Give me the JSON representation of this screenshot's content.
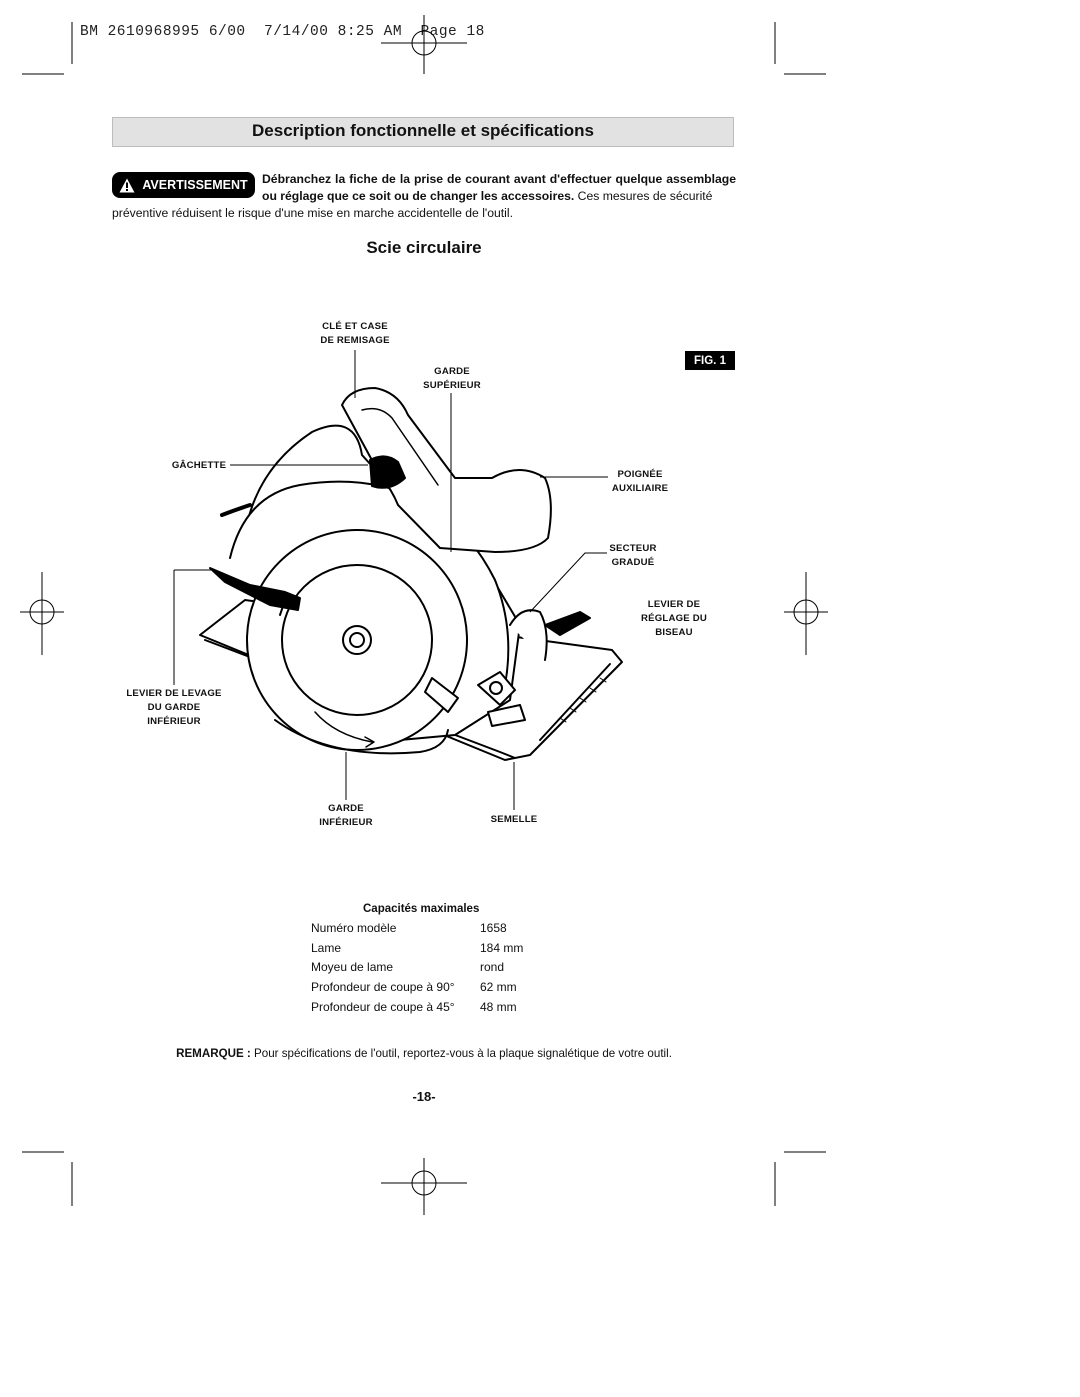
{
  "print_header": "BM 2610968995 6/00  7/14/00 8:25 AM  Page 18",
  "title": "Description fonctionnelle et spécifications",
  "warning": {
    "badge": "AVERTISSEMENT",
    "bold_text": "Débranchez la fiche de la prise de courant avant d'effectuer quelque assemblage ou réglage que ce soit ou de changer les accessoires.",
    "text": " Ces mesures de sécurité",
    "continuation": "préventive réduisent le risque d'une mise en marche accidentelle de l'outil."
  },
  "section_title": "Scie circulaire",
  "figure": {
    "label": "FIG. 1",
    "callouts": {
      "cle": [
        "CLÉ ET CASE",
        "DE REMISAGE"
      ],
      "garde_sup": [
        "GARDE",
        "SUPÉRIEUR"
      ],
      "gachette": [
        "GÂCHETTE"
      ],
      "poignee": [
        "POIGNÉE",
        "AUXILIAIRE"
      ],
      "secteur": [
        "SECTEUR",
        "GRADUÉ"
      ],
      "levier_biseau": [
        "LEVIER DE",
        "RÉGLAGE DU",
        "BISEAU"
      ],
      "levier_levage": [
        "LEVIER DE LEVAGE",
        "DU GARDE",
        "INFÉRIEUR"
      ],
      "garde_inf": [
        "GARDE",
        "INFÉRIEUR"
      ],
      "semelle": [
        "SEMELLE"
      ]
    }
  },
  "specs": {
    "title": "Capacités maximales",
    "rows": [
      {
        "label": "Numéro modèle",
        "value": "1658"
      },
      {
        "label": "Lame",
        "value": "184 mm"
      },
      {
        "label": "Moyeu de lame",
        "value": "rond"
      },
      {
        "label": "Profondeur de coupe à 90°",
        "value": "62 mm"
      },
      {
        "label": "Profondeur de coupe à 45°",
        "value": "48 mm"
      }
    ]
  },
  "remark": {
    "label": "REMARQUE :",
    "text": " Pour spécifications de l'outil, reportez-vous à la plaque signalétique de votre outil."
  },
  "page_number": "-18-"
}
